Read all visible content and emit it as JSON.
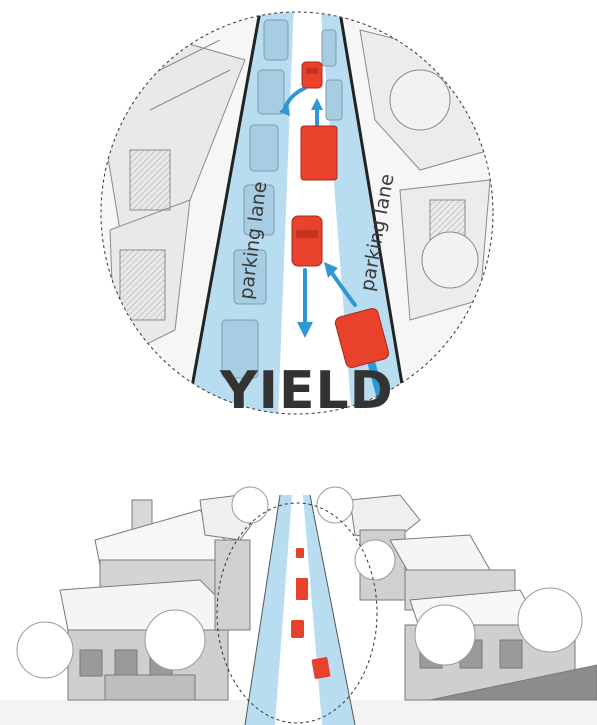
{
  "labels": {
    "lane_left": "parking lane",
    "lane_right": "parking lane",
    "yield": "YIELD"
  },
  "colors": {
    "lane_blue": "#b9ddf0",
    "arrow_blue": "#2e97d6",
    "car_red": "#e8412c",
    "road_line": "#222222",
    "building_grey": "#d8d8d8"
  }
}
